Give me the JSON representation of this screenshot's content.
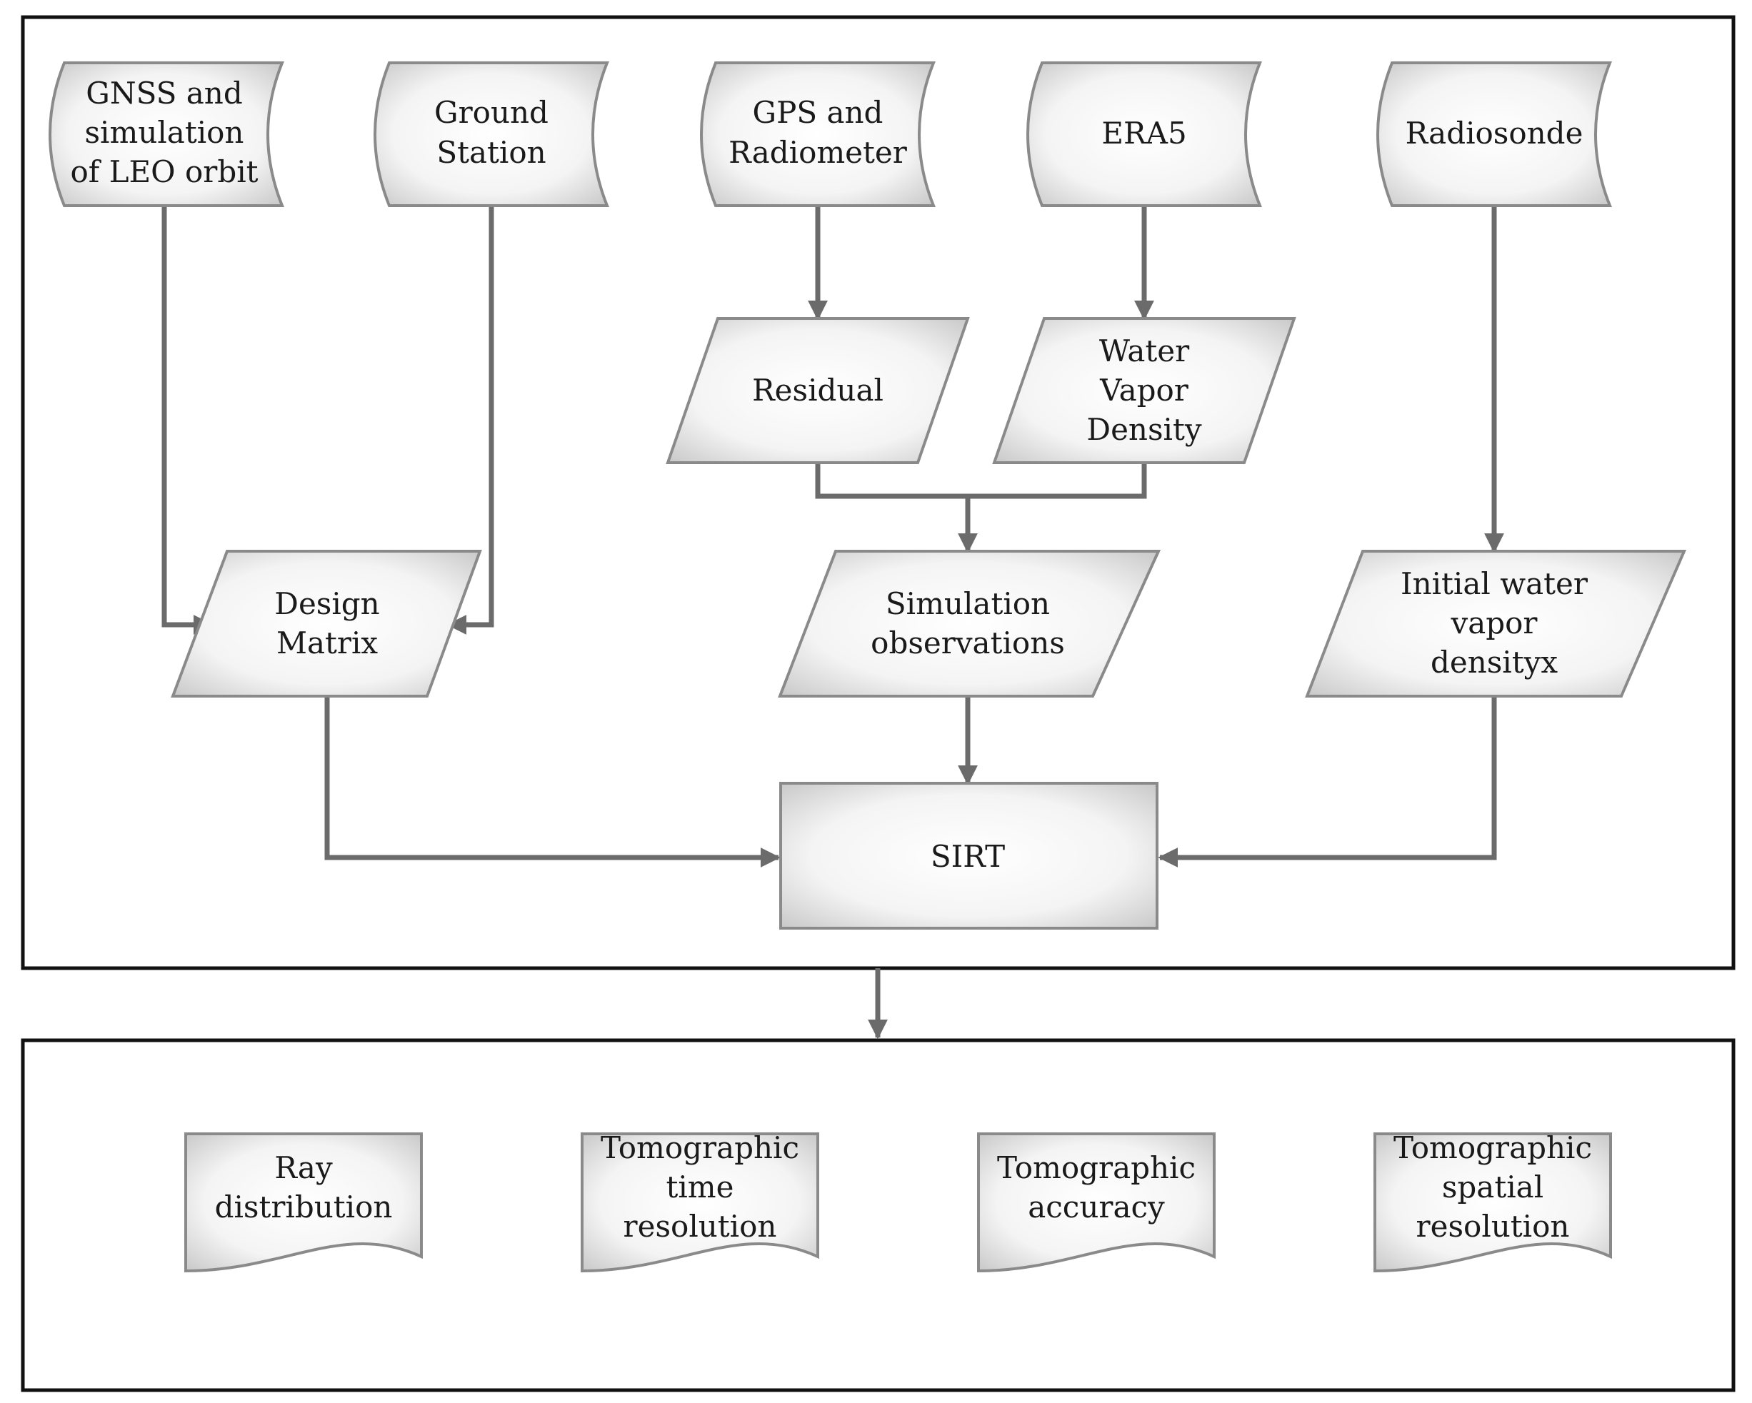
{
  "sources": [
    {
      "id": "gnss",
      "lines": [
        "GNSS and",
        "simulation",
        "of LEO orbit"
      ]
    },
    {
      "id": "ground",
      "lines": [
        "Ground",
        "Station"
      ]
    },
    {
      "id": "gps",
      "lines": [
        "GPS and",
        "Radiometer"
      ]
    },
    {
      "id": "era5",
      "lines": [
        "ERA5"
      ]
    },
    {
      "id": "radiosonde",
      "lines": [
        "Radiosonde"
      ]
    }
  ],
  "data_nodes": [
    {
      "id": "residual",
      "lines": [
        "Residual"
      ]
    },
    {
      "id": "wvd",
      "lines": [
        "Water",
        "Vapor",
        "Density"
      ]
    },
    {
      "id": "design",
      "lines": [
        "Design",
        "Matrix"
      ]
    },
    {
      "id": "simobs",
      "lines": [
        "Simulation",
        "observations"
      ]
    },
    {
      "id": "initial",
      "lines": [
        "Initial water",
        "vapor",
        "densityx"
      ]
    }
  ],
  "process": {
    "id": "sirt",
    "label": "SIRT"
  },
  "outputs": [
    {
      "id": "ray",
      "lines": [
        "Ray",
        "distribution"
      ]
    },
    {
      "id": "time",
      "lines": [
        "Tomographic",
        "time",
        "resolution"
      ]
    },
    {
      "id": "accuracy",
      "lines": [
        "Tomographic",
        "accuracy"
      ]
    },
    {
      "id": "spatial",
      "lines": [
        "Tomographic",
        "spatial",
        "resolution"
      ]
    }
  ]
}
